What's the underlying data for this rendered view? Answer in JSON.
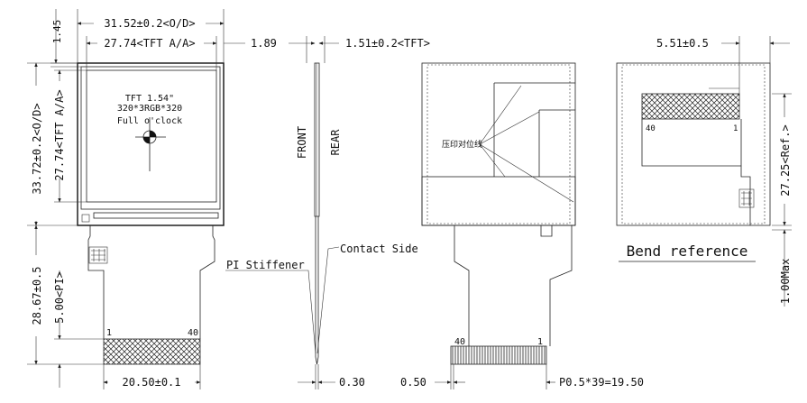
{
  "dims": {
    "od_width": "31.52±0.2<O/D>",
    "aa_width": "27.74<TFT A/A>",
    "top_offset": "1.45",
    "right_offset": "1.89",
    "od_height": "33.72±0.2<O/D>",
    "aa_height": "27.74<TFT A/A>",
    "fpc_length": "28.67±0.5",
    "pi_length": "5.00<PI>",
    "fpc_width": "20.50±0.1",
    "tft_thickness": "1.51±0.2<TFT>",
    "stiffener_thickness": "0.30",
    "pin_offset": "0.50",
    "pin_pitch": "P0.5*39=19.50",
    "bend_width": "5.51±0.5",
    "bend_height": "27.25<Ref.>",
    "bend_max": "1.00Max"
  },
  "panel": {
    "line1": "TFT 1.54\"",
    "line2": "320*3RGB*320",
    "line3": "Full o'clock"
  },
  "side": {
    "front": "FRONT",
    "rear": "REAR",
    "contact_side": "Contact Side",
    "pi_stiffener": "PI Stiffener"
  },
  "back": {
    "annotation": "压印对位线",
    "pin_left": "40",
    "pin_right": "1"
  },
  "front_view": {
    "pin_left": "1",
    "pin_right": "40"
  },
  "bend": {
    "title": "Bend reference",
    "pin_left": "40",
    "pin_right": "1"
  }
}
